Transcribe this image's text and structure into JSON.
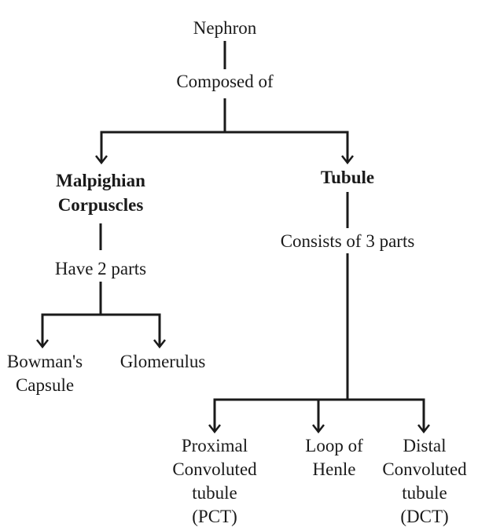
{
  "diagram": {
    "root": "Nephron",
    "root_relation": "Composed of",
    "left_branch": {
      "title_line1": "Malpighian",
      "title_line2": "Corpuscles",
      "relation": "Have 2 parts",
      "children": [
        {
          "line1": "Bowman's",
          "line2": "Capsule"
        },
        {
          "line1": "Glomerulus"
        }
      ]
    },
    "right_branch": {
      "title": "Tubule",
      "relation": "Consists of 3 parts",
      "children": [
        {
          "line1": "Proximal",
          "line2": "Convoluted",
          "line3": "tubule",
          "line4": "(PCT)"
        },
        {
          "line1": "Loop of",
          "line2": "Henle"
        },
        {
          "line1": "Distal",
          "line2": "Convoluted",
          "line3": "tubule",
          "line4": "(DCT)"
        }
      ]
    }
  }
}
